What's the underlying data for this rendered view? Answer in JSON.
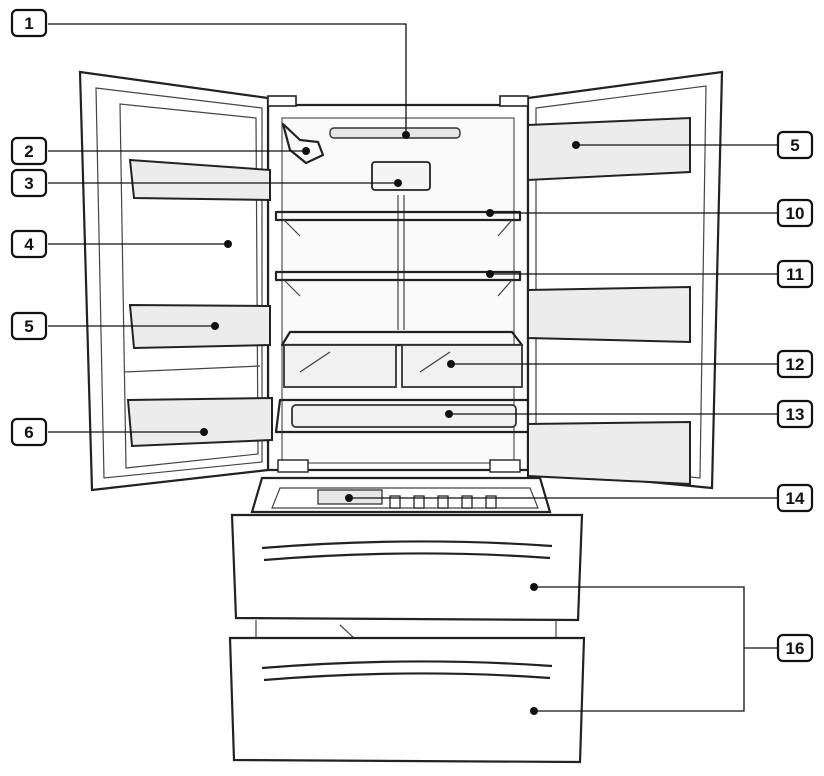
{
  "callouts": [
    {
      "id": "c1",
      "label": "1"
    },
    {
      "id": "c2",
      "label": "2"
    },
    {
      "id": "c3",
      "label": "3"
    },
    {
      "id": "c4",
      "label": "4"
    },
    {
      "id": "c5a",
      "label": "5"
    },
    {
      "id": "c6",
      "label": "6"
    },
    {
      "id": "c5b",
      "label": "5"
    },
    {
      "id": "c10",
      "label": "10"
    },
    {
      "id": "c11",
      "label": "11"
    },
    {
      "id": "c12",
      "label": "12"
    },
    {
      "id": "c13",
      "label": "13"
    },
    {
      "id": "c14",
      "label": "14"
    },
    {
      "id": "c16",
      "label": "16"
    }
  ]
}
